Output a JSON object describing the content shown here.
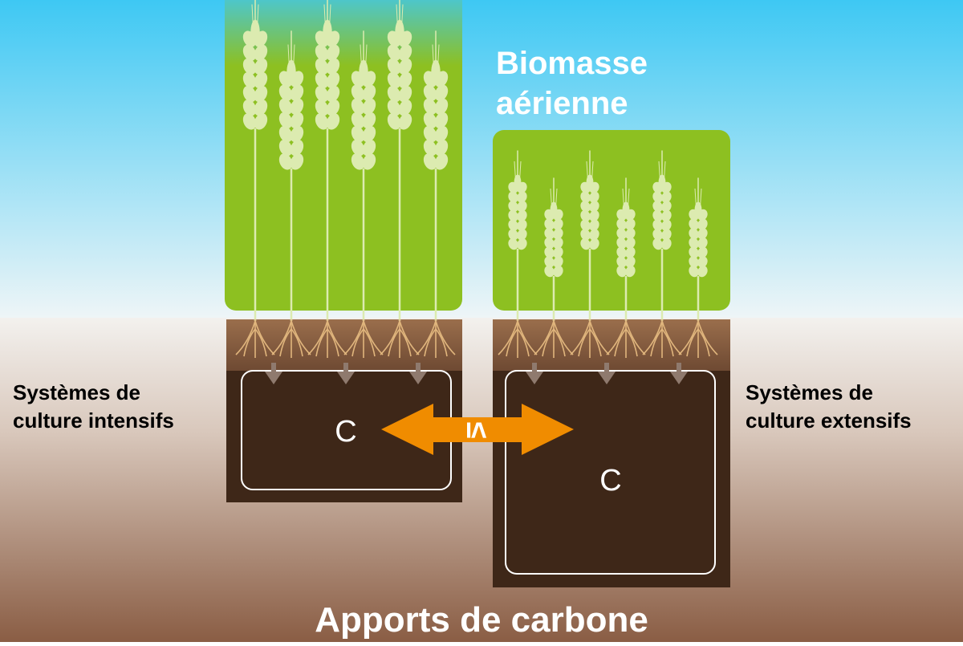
{
  "diagram": {
    "biomass_label": {
      "line1": "Biomasse",
      "line2": "aérienne"
    },
    "left_system": {
      "line1": "Systèmes de",
      "line2": "culture intensifs"
    },
    "right_system": {
      "line1": "Systèmes de",
      "line2": "culture extensifs"
    },
    "carbon_left": "C",
    "carbon_right": "C",
    "comparison_symbol": "≤",
    "bottom_label": "Apports de carbone",
    "colors": {
      "sky_top": "#3ec8f3",
      "sky_bottom": "#f3f1ee",
      "soil_bottom": "#8a5d44",
      "crop_green": "#8dc021",
      "soil_top_layer": "#8a6244",
      "soil_carbon": "#3e2718",
      "arrow_orange": "#f08c00"
    },
    "icons": [
      "wheat-ear-icon",
      "root-icon",
      "down-arrow-icon",
      "double-headed-arrow-icon"
    ]
  }
}
